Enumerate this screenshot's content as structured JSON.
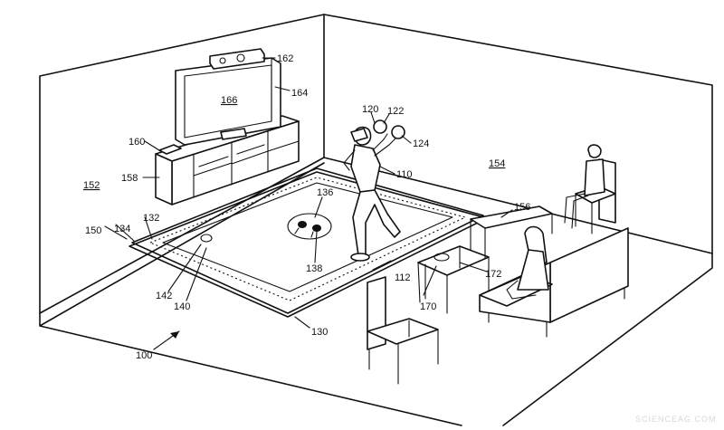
{
  "labels": {
    "l100": "100",
    "l110": "110",
    "l112": "112",
    "l120": "120",
    "l122": "122",
    "l124": "124",
    "l130": "130",
    "l132": "132",
    "l134": "134",
    "l136": "136",
    "l138": "138",
    "l140": "140",
    "l142": "142",
    "l150": "150",
    "l152": "152",
    "l154": "154",
    "l156": "156",
    "l158": "158",
    "l160": "160",
    "l162": "162",
    "l164": "164",
    "l166": "166",
    "l170": "170",
    "l172": "172"
  },
  "watermark": "SCIENCEAG.COM",
  "colors": {
    "line": "#111111",
    "background": "#ffffff",
    "watermark": "#d8d8d8"
  }
}
